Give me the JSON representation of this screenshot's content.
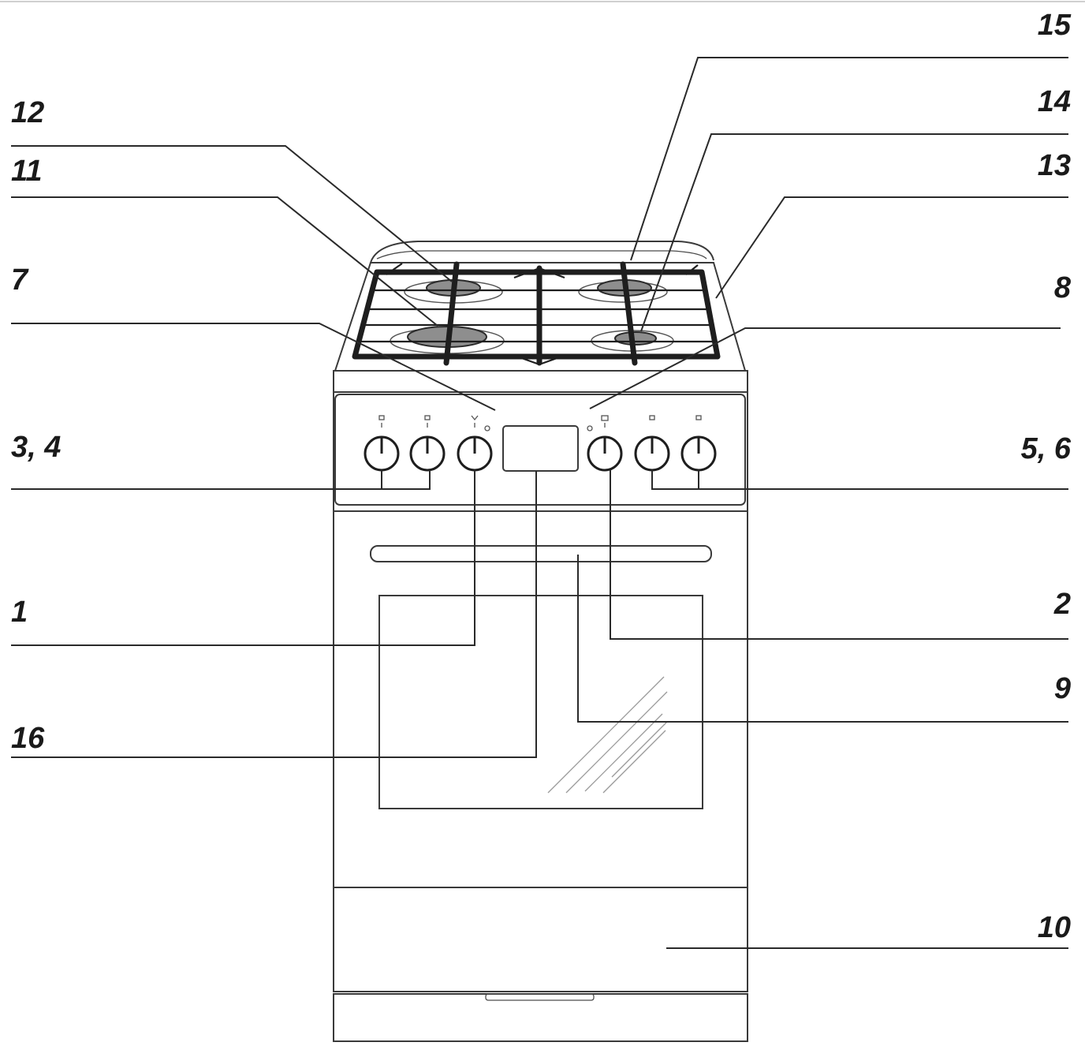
{
  "callouts": {
    "c15": "15",
    "c14": "14",
    "c13": "13",
    "c12": "12",
    "c11": "11",
    "c7": "7",
    "c8": "8",
    "c3_4": "3, 4",
    "c5_6": "5, 6",
    "c1": "1",
    "c2": "2",
    "c9": "9",
    "c16": "16",
    "c10": "10"
  }
}
